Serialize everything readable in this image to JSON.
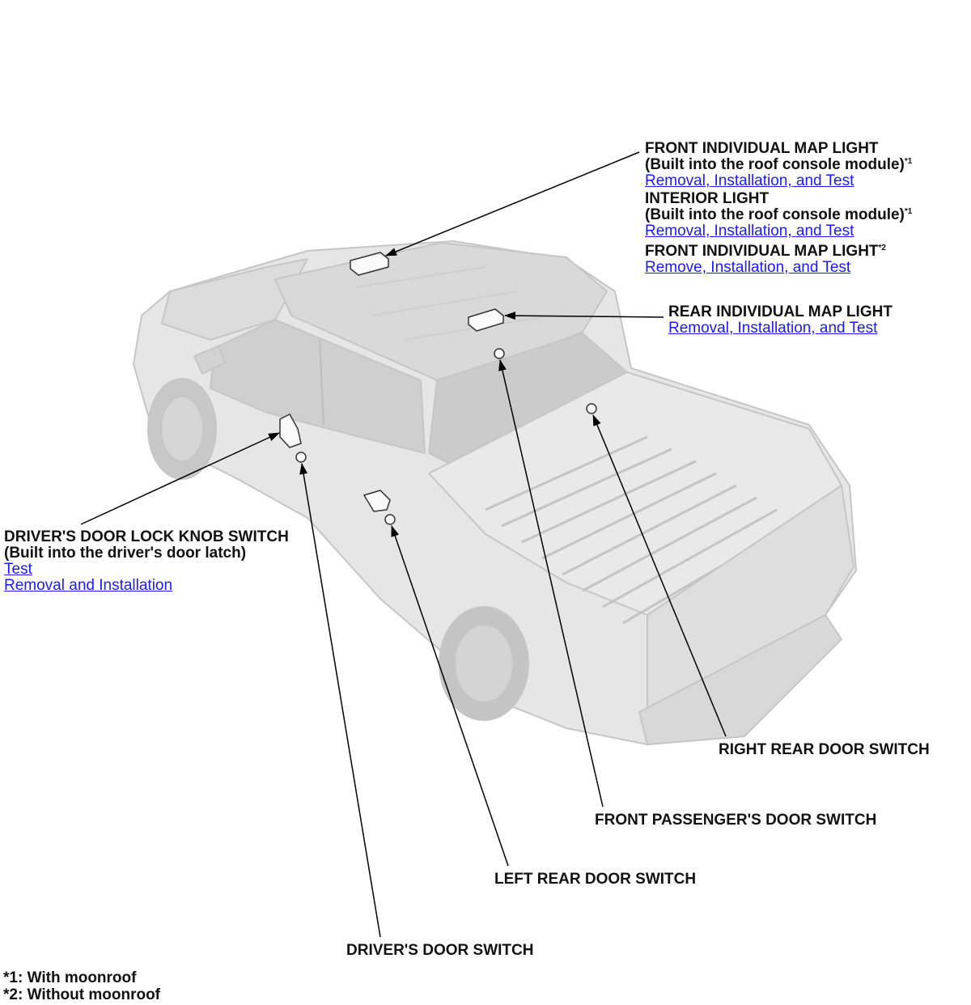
{
  "labels": {
    "front_map_light": {
      "title": "FRONT INDIVIDUAL MAP LIGHT",
      "subtitle": "(Built into the roof console module)",
      "sup": "*1",
      "link": "Removal, Installation, and Test"
    },
    "interior_light": {
      "title": "INTERIOR LIGHT",
      "subtitle": "(Built into the roof console module)",
      "sup": "*1",
      "link": "Removal, Installation, and Test"
    },
    "front_map_light_2": {
      "title": "FRONT INDIVIDUAL MAP LIGHT",
      "sup": "*2",
      "link": "Remove, Installation, and Test"
    },
    "rear_map_light": {
      "title": "REAR INDIVIDUAL MAP LIGHT",
      "link": "Removal, Installation, and Test"
    },
    "driver_lock_knob": {
      "title": "DRIVER'S DOOR LOCK KNOB SWITCH",
      "subtitle": "(Built into the driver's door latch)",
      "link1": "Test",
      "link2": "Removal and Installation"
    },
    "right_rear_door_switch": {
      "title": "RIGHT REAR DOOR SWITCH"
    },
    "front_passenger_door_switch": {
      "title": "FRONT PASSENGER'S DOOR SWITCH"
    },
    "left_rear_door_switch": {
      "title": "LEFT REAR DOOR SWITCH"
    },
    "driver_door_switch": {
      "title": "DRIVER'S DOOR SWITCH"
    }
  },
  "footnotes": {
    "note1": "*1: With moonroof",
    "note2": "*2: Without moonroof"
  },
  "colors": {
    "link": "#1a1aff",
    "truck_body": "#e4e4e4",
    "truck_outline": "#c9c9c9"
  }
}
